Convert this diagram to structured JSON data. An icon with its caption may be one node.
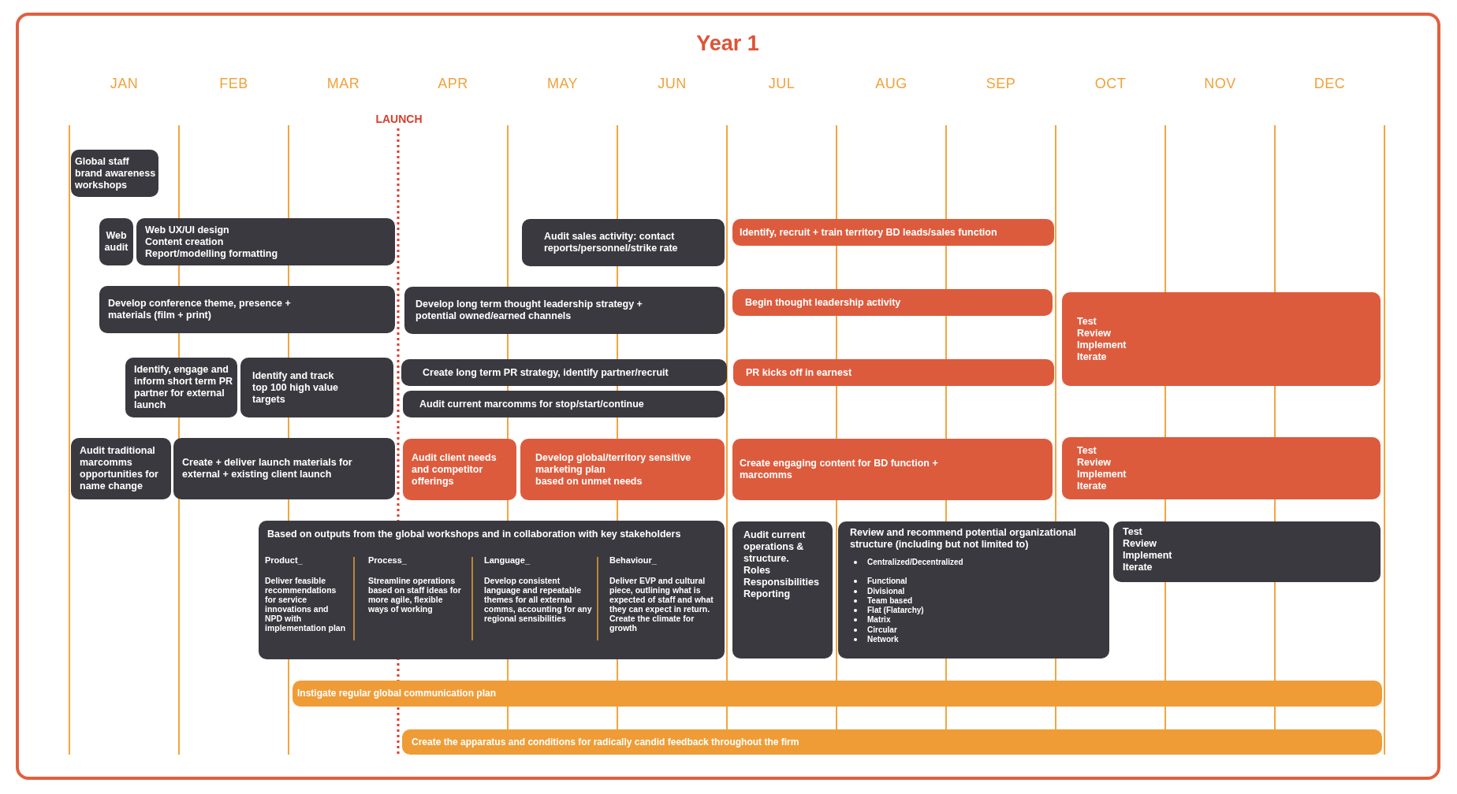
{
  "diagram": {
    "title": "Year 1",
    "nodes": [
      {
        "text": [
          "Global staff brand awareness workshops"
        ]
      },
      {
        "text": [
          "Web audit"
        ]
      },
      {
        "text": [
          "Web UX/UI design",
          "Content creation",
          "Report/modelling formatting"
        ]
      },
      {
        "text": [
          "Audit sales activity: contact reports/personnel/strike rate"
        ]
      },
      {
        "text": [
          "Identify, recruit + train territory BD leads/sales function"
        ]
      },
      {
        "text": [
          "Develop conference theme, presence + materials (film + print)"
        ]
      },
      {
        "text": [
          "Develop long term thought leadership strategy + potential owned/earned channels"
        ]
      },
      {
        "text": [
          "Begin thought leadership activity"
        ]
      },
      {
        "text": [
          "Test",
          "Review",
          "Implement",
          "Iterate"
        ]
      },
      {
        "text": [
          "Identify, engage and inform short term PR partner for external launch"
        ]
      },
      {
        "text": [
          "Identify and track top 100 high value targets"
        ]
      },
      {
        "text": [
          "Create long term PR strategy, identify partner/recruit"
        ]
      },
      {
        "text": [
          "PR kicks off in earnest"
        ]
      },
      {
        "text": [
          "Audit current marcomms for stop/start/continue"
        ]
      },
      {
        "text": [
          "Audit traditional marcomms opportunities for name change"
        ]
      },
      {
        "text": [
          "Create + deliver launch materials for external + existing client launch"
        ]
      },
      {
        "text": [
          "Audit client needs and competitor offerings"
        ]
      },
      {
        "text": [
          "Develop global/territory sensitive marketing plan",
          "based on unmet needs"
        ]
      },
      {
        "text": [
          "Create engaging content for BD function + marcomms"
        ]
      },
      {
        "text": [
          "Test",
          "Review",
          "Implement",
          "Iterate"
        ]
      },
      {
        "text": [
          "Based on outputs from the global workshops and in collaboration with key stakeholders",
          "Product_",
          "Deliver feasible recommendations for service innovations and NPD with implementation plan",
          "Process_",
          "Streamline operations based on staff ideas for more agile, flexible ways of working",
          "Language_",
          "Develop consistent language and repeatable themes for all external comms, accounting for any regional sensibilities",
          "Behaviour_",
          "Deliver EVP and cultural piece, outlining what is expected of staff and what they can expect in return.",
          "Create the climate for growth"
        ]
      },
      {
        "text": [
          "Audit current operations & structure.",
          "Roles",
          "Responsibilities",
          "Reporting"
        ]
      },
      {
        "text": [
          "Review and recommend potential organizational structure (including but not limited to)",
          "Centralized/Decentralized",
          "Functional",
          "Divisional",
          "Team based",
          "Flat (Flatarchy)",
          "Matrix",
          "Circular",
          "Network"
        ]
      },
      {
        "text": [
          "Test",
          "Review",
          "Implement",
          "Iterate"
        ]
      },
      {
        "text": [
          "Instigate regular global communication plan"
        ]
      },
      {
        "text": [
          "Create the apparatus and conditions for radically candid feedback throughout the firm"
        ]
      }
    ],
    "labels": [
      "JAN",
      "FEB",
      "MAR",
      "APR",
      "MAY",
      "JUN",
      "JUL",
      "AUG",
      "SEP",
      "OCT",
      "NOV",
      "DEC",
      "LAUNCH"
    ]
  }
}
